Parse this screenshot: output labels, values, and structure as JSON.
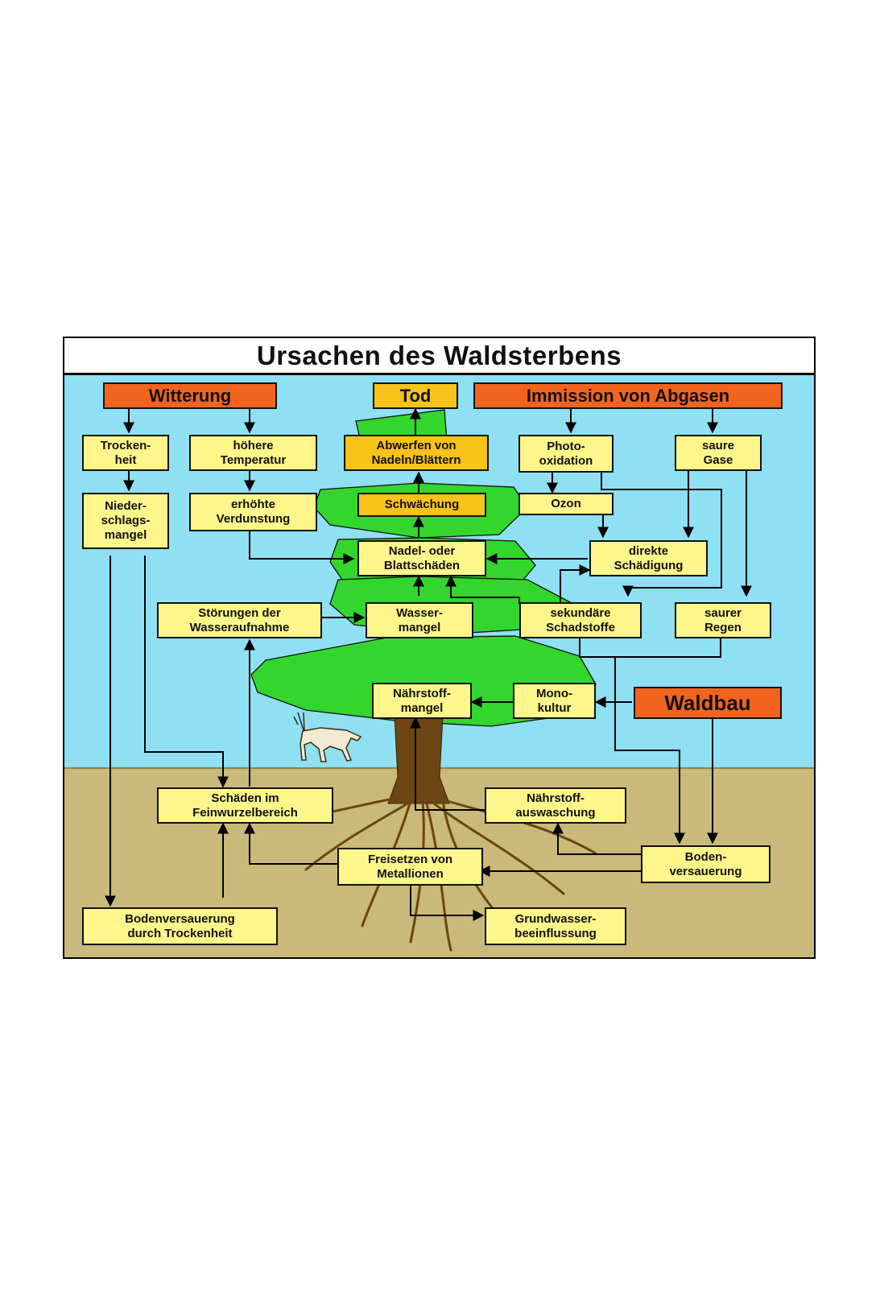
{
  "title": "Ursachen des Waldsterbens",
  "colors": {
    "sky": "#8fe0f2",
    "soil": "#c9b97a",
    "tree": "#33d62c",
    "trunk": "#6b4513",
    "box": "#fef68a",
    "box_highlight": "#f7c21a",
    "header_box": "#f2641e"
  },
  "headers": {
    "witterung": "Witterung",
    "tod": "Tod",
    "immission": "Immission von Abgasen",
    "waldbau": "Waldbau"
  },
  "nodes": {
    "trockenheit": "Trocken-\nheit",
    "hoehere_temperatur": "höhere\nTemperatur",
    "abwerfen": "Abwerfen von\nNadeln/Blättern",
    "photooxidation": "Photo-\noxidation",
    "saure_gase": "saure\nGase",
    "niederschlagsmangel": "Nieder-\nschlags-\nmangel",
    "erhoehte_verdunstung": "erhöhte\nVerdunstung",
    "schwaechung": "Schwächung",
    "ozon": "Ozon",
    "nadel_blattschaeden": "Nadel- oder\nBlattschäden",
    "direkte_schaedigung": "direkte\nSchädigung",
    "stoerungen_wasseraufnahme": "Störungen der\nWasseraufnahme",
    "wassermangel": "Wasser-\nmangel",
    "sekundaere_schadstoffe": "sekundäre\nSchadstoffe",
    "saurer_regen": "saurer\nRegen",
    "naehrstoffmangel": "Nährstoff-\nmangel",
    "monokultur": "Mono-\nkultur",
    "schaeden_feinwurzel": "Schäden im\nFeinwurzelbereich",
    "naehrstoffauswaschung": "Nährstoff-\nauswaschung",
    "freisetzen_metallionen": "Freisetzen von\nMetallionen",
    "bodenversauerung": "Boden-\nversauerung",
    "bodenversauerung_trockenheit": "Bodenversauerung\ndurch Trockenheit",
    "grundwasser": "Grundwasser-\nbeeinflussung"
  }
}
